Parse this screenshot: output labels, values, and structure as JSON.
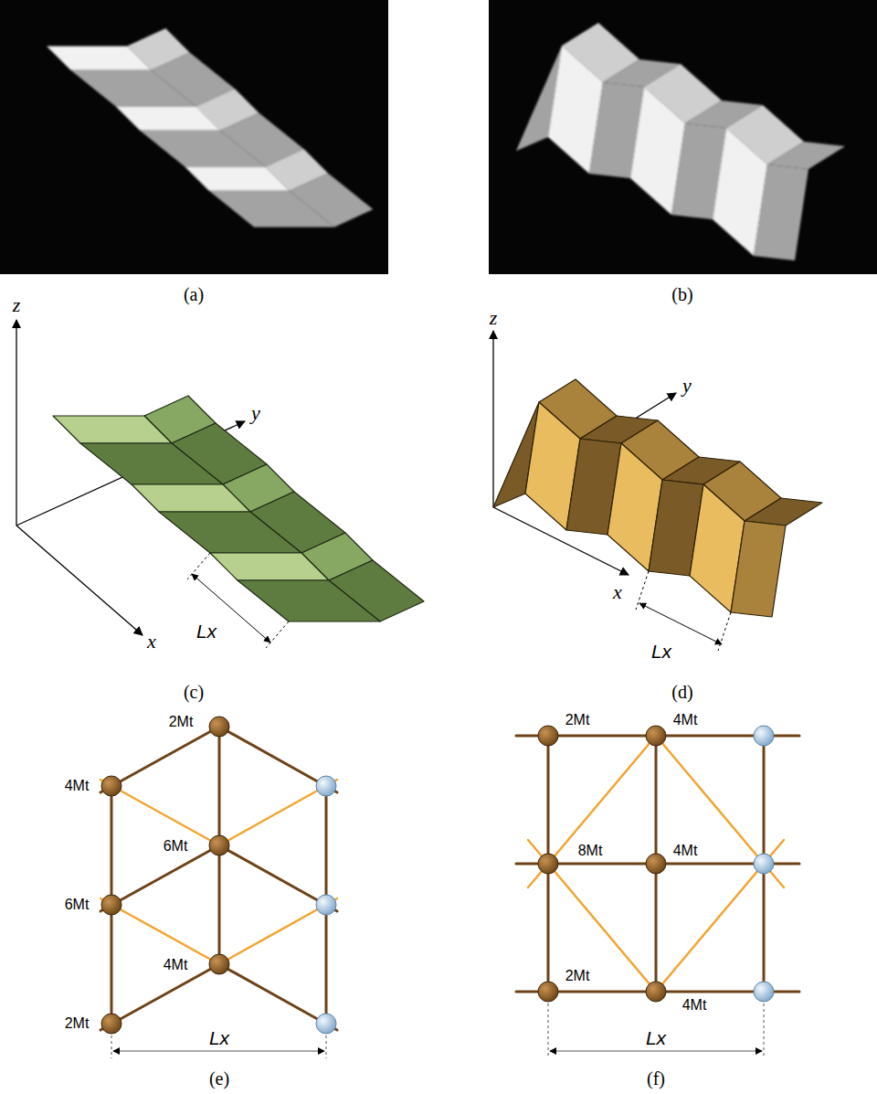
{
  "diagram": {
    "labels": [
      "(a)",
      "(b)",
      "z",
      "z",
      "y",
      "y",
      "x",
      "x",
      "Lx",
      "Lx",
      "(c)",
      "(d)",
      "2Mt",
      "2Mt",
      "4Mt",
      "4Mt",
      "6Mt",
      "8Mt",
      "4Mt",
      "6Mt",
      "4Mt",
      "2Mt",
      "4Mt",
      "2Mt",
      "Lx",
      "Lx",
      "(e)",
      "(f)"
    ]
  }
}
